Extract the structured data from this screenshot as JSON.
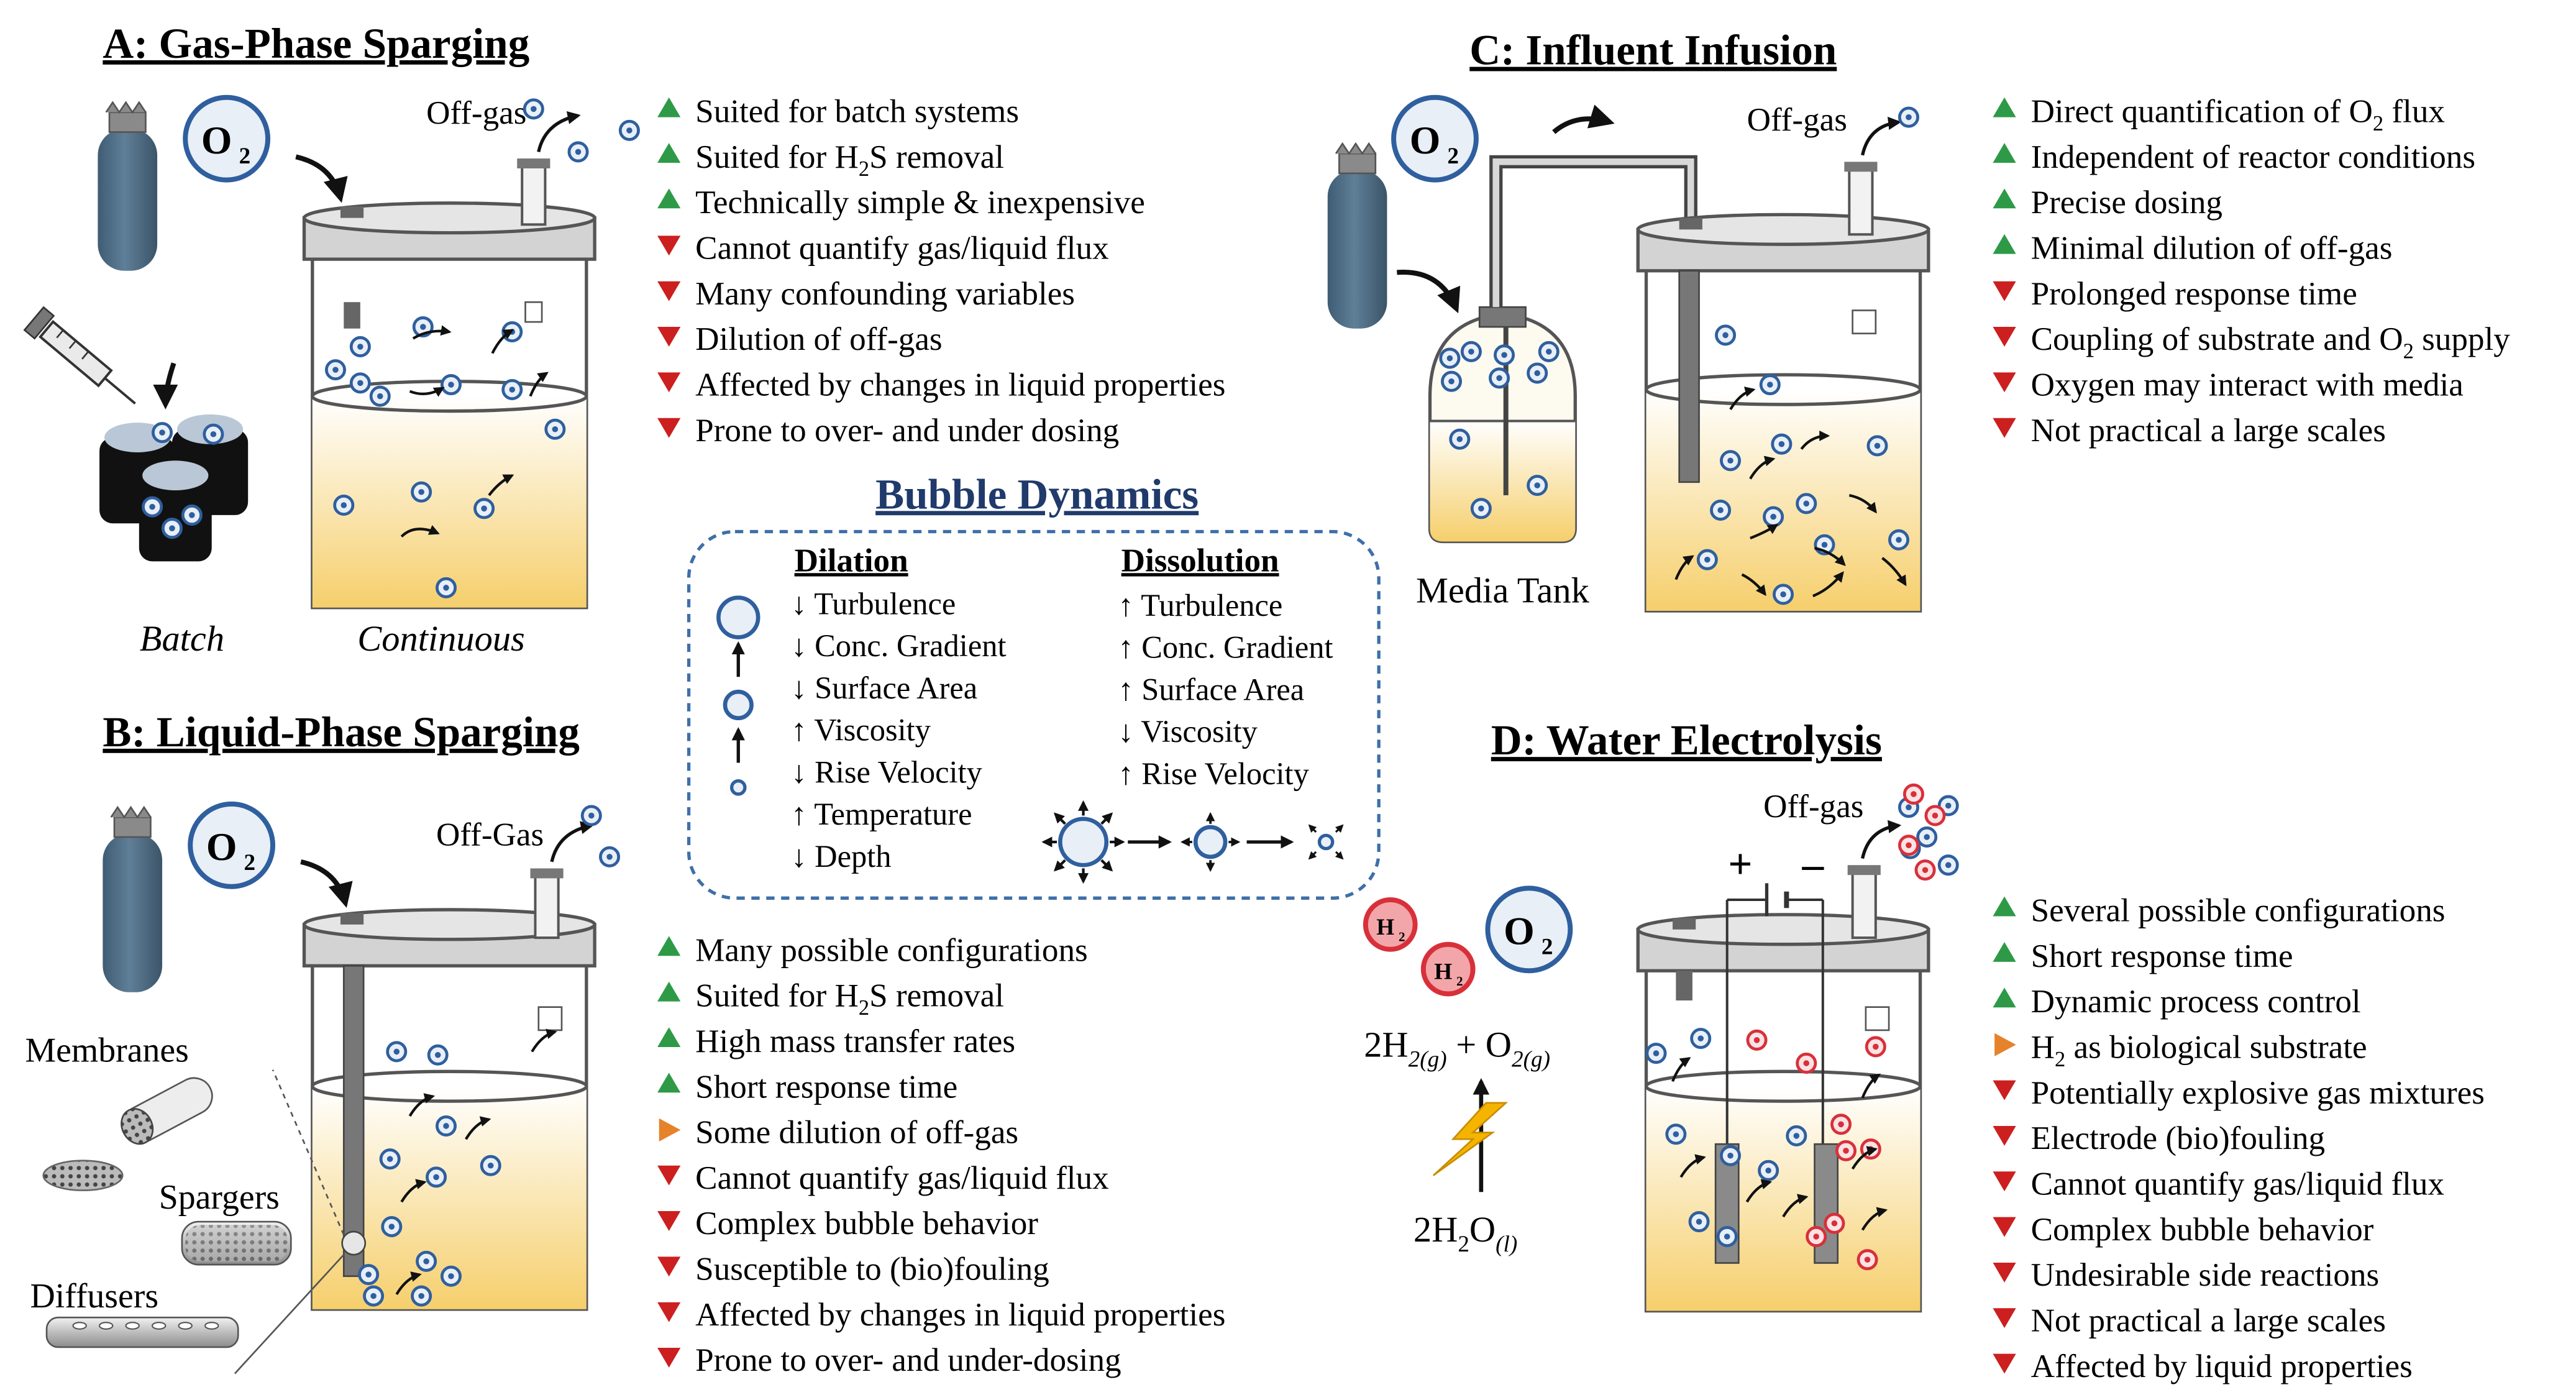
{
  "colors": {
    "pro": "#2e9a47",
    "con": "#cc1f1f",
    "neutral": "#e5822a",
    "bubble_blue": "#2f5f9e",
    "bubble_red": "#d8303a",
    "cylinder": "#4f6e87",
    "liquid_top": "#ffffff",
    "liquid_bottom": "#f6cf6c",
    "bubble_box_border": "#3f6fa9",
    "bubble_title": "#1f3a6b",
    "bolt": "#f4b400"
  },
  "panelA": {
    "title": "A: Gas-Phase Sparging",
    "o2": "O",
    "o2_sub": "2",
    "off_gas": "Off-gas",
    "label_batch": "Batch",
    "label_continuous": "Continuous",
    "items": [
      {
        "kind": "pro",
        "text": "Suited for batch systems"
      },
      {
        "kind": "pro",
        "parts": [
          "Suited for H",
          "2",
          "S removal"
        ]
      },
      {
        "kind": "pro",
        "text": "Technically simple & inexpensive"
      },
      {
        "kind": "con",
        "text": "Cannot quantify gas/liquid flux"
      },
      {
        "kind": "con",
        "text": "Many confounding variables"
      },
      {
        "kind": "con",
        "text": "Dilution of off-gas"
      },
      {
        "kind": "con",
        "text": "Affected by changes in liquid properties"
      },
      {
        "kind": "con",
        "text": "Prone to over- and under dosing"
      }
    ]
  },
  "panelB": {
    "title": "B: Liquid-Phase Sparging",
    "o2": "O",
    "o2_sub": "2",
    "off_gas": "Off-Gas",
    "label_membranes": "Membranes",
    "label_spargers": "Spargers",
    "label_diffusers": "Diffusers",
    "items": [
      {
        "kind": "pro",
        "text": "Many possible configurations"
      },
      {
        "kind": "pro",
        "parts": [
          "Suited for H",
          "2",
          "S removal"
        ]
      },
      {
        "kind": "pro",
        "text": "High mass transfer rates"
      },
      {
        "kind": "pro",
        "text": "Short response time"
      },
      {
        "kind": "neutral",
        "text": "Some dilution of off-gas"
      },
      {
        "kind": "con",
        "text": "Cannot quantify gas/liquid flux"
      },
      {
        "kind": "con",
        "text": "Complex bubble behavior"
      },
      {
        "kind": "con",
        "text": "Susceptible to (bio)fouling"
      },
      {
        "kind": "con",
        "text": "Affected by changes in liquid properties"
      },
      {
        "kind": "con",
        "text": "Prone to over- and under-dosing"
      }
    ]
  },
  "panelC": {
    "title": "C: Influent Infusion",
    "o2": "O",
    "o2_sub": "2",
    "off_gas": "Off-gas",
    "label_media_tank": "Media Tank",
    "items": [
      {
        "kind": "pro",
        "parts": [
          "Direct quantification of O",
          "2",
          " flux"
        ]
      },
      {
        "kind": "pro",
        "text": "Independent of reactor conditions"
      },
      {
        "kind": "pro",
        "text": "Precise dosing"
      },
      {
        "kind": "pro",
        "text": "Minimal dilution of off-gas"
      },
      {
        "kind": "con",
        "text": "Prolonged response time"
      },
      {
        "kind": "con",
        "parts": [
          "Coupling of substrate and O",
          "2",
          " supply"
        ]
      },
      {
        "kind": "con",
        "text": "Oxygen may interact with media"
      },
      {
        "kind": "con",
        "text": "Not practical a large scales"
      }
    ]
  },
  "panelD": {
    "title": "D: Water Electrolysis",
    "o2": "O",
    "o2_sub": "2",
    "h2": "H",
    "h2_sub": "2",
    "off_gas": "Off-gas",
    "plus": "+",
    "minus": "–",
    "eq_top": [
      "2H",
      "2(g)",
      " + O",
      "2(g)"
    ],
    "eq_bottom": [
      "2H",
      "2",
      "O",
      "(l)"
    ],
    "items": [
      {
        "kind": "pro",
        "text": "Several possible configurations"
      },
      {
        "kind": "pro",
        "text": "Short response time"
      },
      {
        "kind": "pro",
        "text": "Dynamic process control"
      },
      {
        "kind": "neutral",
        "parts": [
          "H",
          "2",
          " as biological substrate"
        ]
      },
      {
        "kind": "con",
        "text": "Potentially explosive gas mixtures"
      },
      {
        "kind": "con",
        "text": "Electrode (bio)fouling"
      },
      {
        "kind": "con",
        "text": "Cannot quantify gas/liquid flux"
      },
      {
        "kind": "con",
        "text": "Complex bubble behavior"
      },
      {
        "kind": "con",
        "text": "Undesirable side reactions"
      },
      {
        "kind": "con",
        "text": "Not practical a large scales"
      },
      {
        "kind": "con",
        "text": "Affected by liquid properties"
      }
    ]
  },
  "bubble_dynamics": {
    "title": "Bubble Dynamics",
    "dilation_title": "Dilation",
    "dilation": [
      "↓ Turbulence",
      "↓ Conc. Gradient",
      "↓ Surface Area",
      "↑ Viscosity",
      "↓ Rise Velocity",
      "↑ Temperature",
      "↓ Depth"
    ],
    "dissolution_title": "Dissolution",
    "dissolution": [
      "↑ Turbulence",
      "↑ Conc. Gradient",
      "↑ Surface Area",
      "↓ Viscosity",
      "↑ Rise Velocity"
    ]
  }
}
